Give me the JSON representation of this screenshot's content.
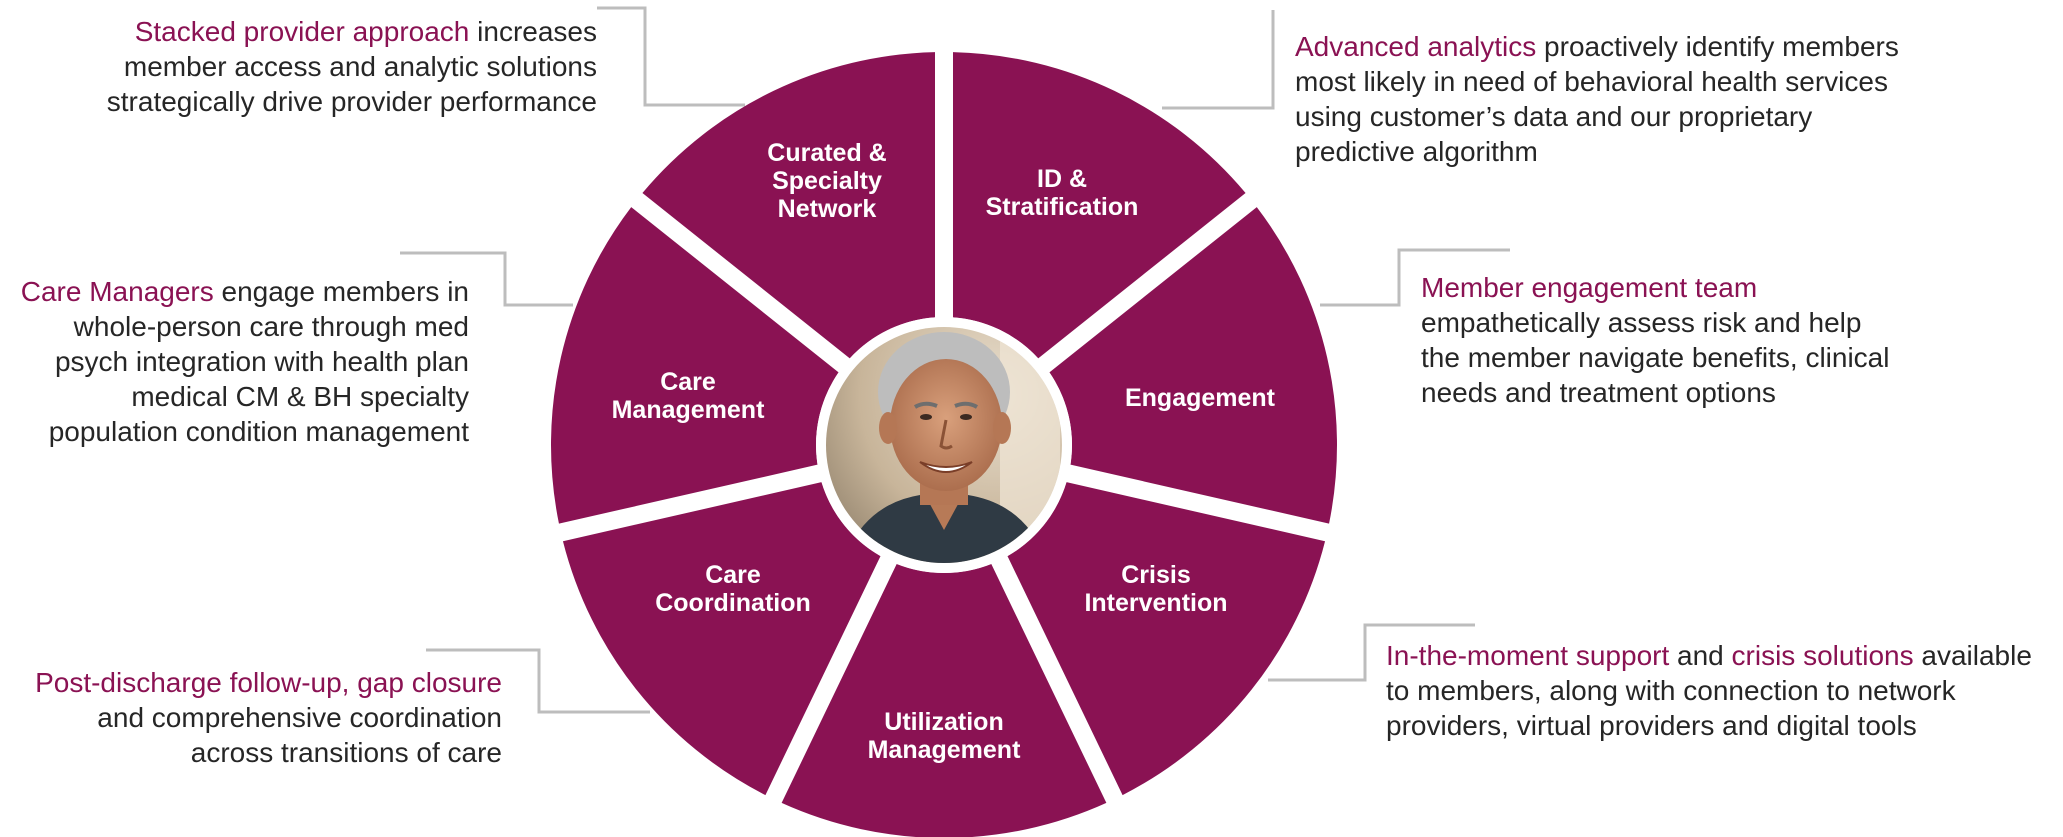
{
  "colors": {
    "segment_fill": "#8a1253",
    "highlight_text": "#8a1253",
    "body_text": "#262626",
    "connector": "#bdbdbd"
  },
  "center_image": {
    "icon": "smiling-man-photo"
  },
  "segments": [
    {
      "id": "curated",
      "lines": [
        "Curated &",
        "Specialty",
        "Network"
      ]
    },
    {
      "id": "id-strat",
      "lines": [
        "ID &",
        "Stratification"
      ]
    },
    {
      "id": "engagement",
      "lines": [
        "Engagement"
      ]
    },
    {
      "id": "crisis",
      "lines": [
        "Crisis",
        "Intervention"
      ]
    },
    {
      "id": "utilization",
      "lines": [
        "Utilization",
        "Management"
      ]
    },
    {
      "id": "care-coord",
      "lines": [
        "Care",
        "Coordination"
      ]
    },
    {
      "id": "care-mgmt",
      "lines": [
        "Care",
        "Management"
      ]
    }
  ],
  "annotations": {
    "stacked": {
      "lines": [
        [
          {
            "t": "Stacked provider approach",
            "hl": true
          },
          {
            "t": " increases",
            "hl": false
          }
        ],
        [
          {
            "t": "member access and analytic solutions",
            "hl": false
          }
        ],
        [
          {
            "t": "strategically drive provider performance",
            "hl": false
          }
        ]
      ]
    },
    "care_managers": {
      "lines": [
        [
          {
            "t": "Care Managers",
            "hl": true
          },
          {
            "t": " engage members in",
            "hl": false
          }
        ],
        [
          {
            "t": "whole-person care through med",
            "hl": false
          }
        ],
        [
          {
            "t": "psych integration with health plan",
            "hl": false
          }
        ],
        [
          {
            "t": "medical CM & BH specialty",
            "hl": false
          }
        ],
        [
          {
            "t": "population condition management",
            "hl": false
          }
        ]
      ]
    },
    "post_discharge": {
      "lines": [
        [
          {
            "t": "Post-discharge follow-up, gap closure",
            "hl": true
          }
        ],
        [
          {
            "t": "and comprehensive coordination",
            "hl": false
          }
        ],
        [
          {
            "t": "across transitions of care",
            "hl": false
          }
        ]
      ]
    },
    "advanced": {
      "lines": [
        [
          {
            "t": "Advanced analytics",
            "hl": true
          },
          {
            "t": " proactively identify members",
            "hl": false
          }
        ],
        [
          {
            "t": "most likely in need of behavioral health services",
            "hl": false
          }
        ],
        [
          {
            "t": "using customer’s data and our proprietary",
            "hl": false
          }
        ],
        [
          {
            "t": "predictive algorithm",
            "hl": false
          }
        ]
      ]
    },
    "member_engagement": {
      "lines": [
        [
          {
            "t": "Member engagement team",
            "hl": true
          }
        ],
        [
          {
            "t": "empathetically assess risk and help",
            "hl": false
          }
        ],
        [
          {
            "t": "the member navigate benefits, clinical",
            "hl": false
          }
        ],
        [
          {
            "t": "needs and treatment options",
            "hl": false
          }
        ]
      ]
    },
    "in_moment": {
      "lines": [
        [
          {
            "t": "In-the-moment support",
            "hl": true
          },
          {
            "t": " and ",
            "hl": false
          },
          {
            "t": "crisis solutions",
            "hl": true
          },
          {
            "t": " available",
            "hl": false
          }
        ],
        [
          {
            "t": "to members, along with connection to network",
            "hl": false
          }
        ],
        [
          {
            "t": "providers, virtual providers and digital tools",
            "hl": false
          }
        ]
      ]
    }
  }
}
